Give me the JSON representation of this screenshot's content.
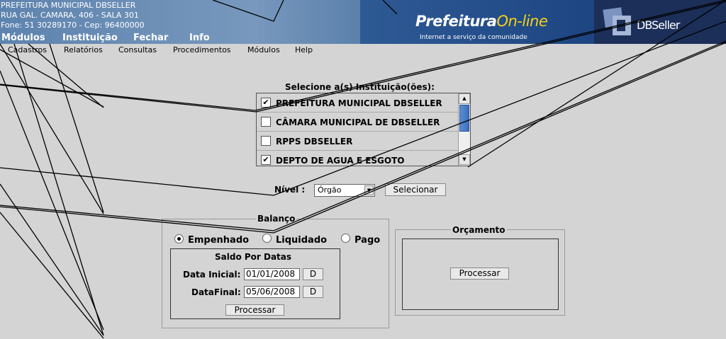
{
  "header": {
    "org_name": "PREFEITURA MUNICIPAL DBSELLER",
    "address": "RUA GAL. CAMARA, 406 - SALA 301",
    "contact": "Fone: 51 30289170  -  Cep: 96400000",
    "brand_main": "Prefeitura",
    "brand_accent": "On-line",
    "brand_tagline": "Internet a serviço da comunidade",
    "vendor": "DBSeller",
    "top_menu": [
      "Módulos",
      "Instituição",
      "Fechar",
      "Info"
    ]
  },
  "sub_menu": [
    "Cadastros",
    "Relatórios",
    "Consultas",
    "Procedimentos",
    "Módulos",
    "Help"
  ],
  "institutions": {
    "title": "Selecione a(s) Instituição(ões):",
    "items": [
      {
        "label": "PREFEITURA MUNICIPAL DBSELLER",
        "checked": true
      },
      {
        "label": "CÂMARA MUNICIPAL DE DBSELLER",
        "checked": false
      },
      {
        "label": "RPPS DBSELLER",
        "checked": false
      },
      {
        "label": "DEPTO DE AGUA E ESGOTO",
        "checked": true
      }
    ],
    "scroll_up": "▲",
    "scroll_down": "▼"
  },
  "nivel": {
    "label": "Nível :",
    "selected": "Órgão",
    "button": "Selecionar"
  },
  "balanco": {
    "title": "Balanço",
    "options": [
      {
        "label": "Empenhado",
        "selected": true
      },
      {
        "label": "Liquidado",
        "selected": false
      },
      {
        "label": "Pago",
        "selected": false
      }
    ],
    "saldo": {
      "title": "Saldo Por Datas",
      "data_inicial_label": "Data Inicial:",
      "data_inicial": "01/01/2008",
      "data_final_label": "DataFinal:",
      "data_final": "05/06/2008",
      "date_button": "D",
      "process_button": "Processar"
    }
  },
  "orcamento": {
    "title": "Orçamento",
    "process_button": "Processar"
  },
  "colors": {
    "page_bg": "#d4d4d4",
    "header_blue": "#5a80ab",
    "scroll_thumb": "#3d6fbb",
    "brand_accent": "#f7d117"
  }
}
